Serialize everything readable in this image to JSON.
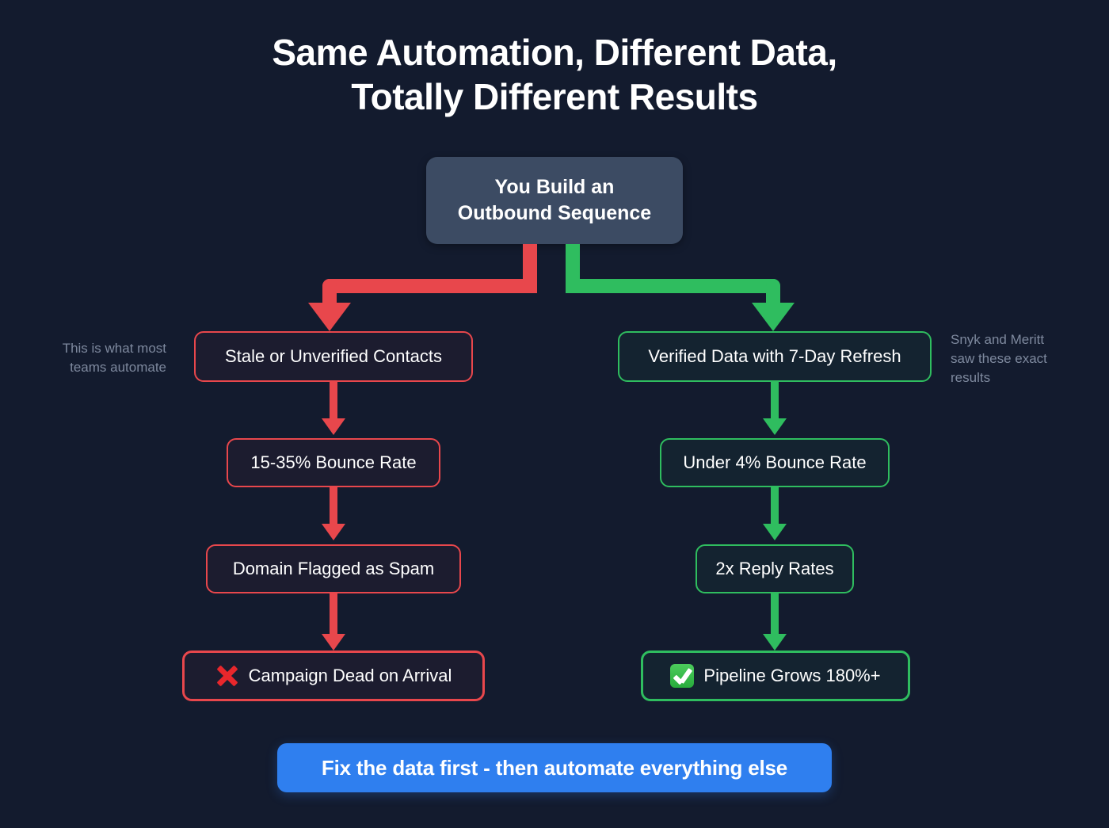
{
  "theme": {
    "background": "#131b2e",
    "title_color": "#ffffff",
    "fail_color": "#e8474c",
    "success_color": "#2fbd5f",
    "root_fill": "#3c4b63",
    "cta_fill": "#2f7fef",
    "note_color": "#7e899e"
  },
  "title": {
    "line1": "Same Automation, Different Data,",
    "line2": "Totally Different Results"
  },
  "root": {
    "line1": "You Build an",
    "line2": "Outbound Sequence"
  },
  "notes": {
    "left": {
      "line1": "This is what most",
      "line2": "teams automate"
    },
    "right": {
      "line1": "Snyk and Meritt",
      "line2": "saw these exact",
      "line3": "results"
    }
  },
  "branches": {
    "fail": {
      "color": "#e8474c",
      "steps": [
        {
          "label": "Stale or Unverified Contacts",
          "icon": null
        },
        {
          "label": "15-35% Bounce Rate",
          "icon": null
        },
        {
          "label": "Domain Flagged as Spam",
          "icon": null
        },
        {
          "label": "Campaign Dead on Arrival",
          "icon": "cross-mark-icon"
        }
      ]
    },
    "success": {
      "color": "#2fbd5f",
      "steps": [
        {
          "label": "Verified Data with 7-Day Refresh",
          "icon": null
        },
        {
          "label": "Under 4% Bounce Rate",
          "icon": null
        },
        {
          "label": "2x Reply Rates",
          "icon": null
        },
        {
          "label": "Pipeline Grows 180%+",
          "icon": "check-mark-button-icon"
        }
      ]
    }
  },
  "cta": {
    "label": "Fix the data first - then automate everything else"
  }
}
